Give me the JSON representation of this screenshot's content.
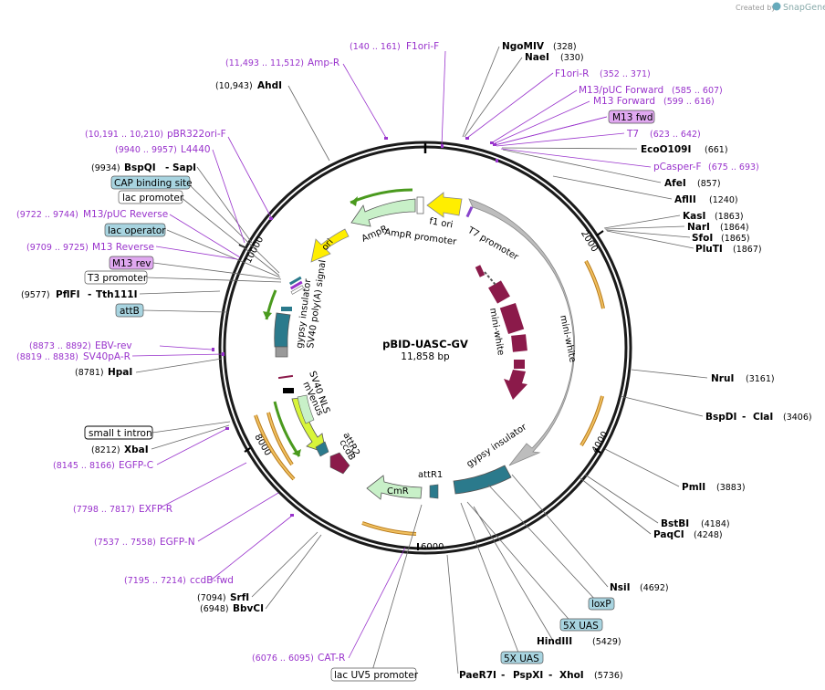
{
  "credit": {
    "prefix": "Created by",
    "brand": "SnapGene"
  },
  "plasmid": {
    "name": "pBID-UASC-GV",
    "size": "11,858 bp"
  },
  "ticks": [
    "2000",
    "4000",
    "6000",
    "8000",
    "10000"
  ],
  "enzymes": [
    {
      "name": "NgoMIV",
      "pos": "(328)"
    },
    {
      "name": "NaeI",
      "pos": "(330)"
    },
    {
      "name": "EcoO109I",
      "pos": "(661)"
    },
    {
      "name": "AfeI",
      "pos": "(857)"
    },
    {
      "name": "AflII",
      "pos": "(1240)"
    },
    {
      "name": "KasI",
      "pos": "(1863)"
    },
    {
      "name": "NarI",
      "pos": "(1864)"
    },
    {
      "name": "SfoI",
      "pos": "(1865)"
    },
    {
      "name": "PluTI",
      "pos": "(1867)"
    },
    {
      "name": "NruI",
      "pos": "(3161)"
    },
    {
      "name": "BspDI",
      "name2": "ClaI",
      "pos": "(3406)"
    },
    {
      "name": "PmlI",
      "pos": "(3883)"
    },
    {
      "name": "BstBI",
      "pos": "(4184)"
    },
    {
      "name": "PaqCI",
      "pos": "(4248)"
    },
    {
      "name": "NsiI",
      "pos": "(4692)"
    },
    {
      "name": "HindIII",
      "pos": "(5429)"
    },
    {
      "name": "PaeR7I",
      "name2": "PspXI",
      "name3": "XhoI",
      "pos": "(5736)"
    },
    {
      "name": "AhdI",
      "pos": "(10,943)"
    },
    {
      "name": "BspQI",
      "name2": "SapI",
      "pos": "(9934)"
    },
    {
      "name": "PflFI",
      "name2": "Tth111I",
      "pos": "(9577)"
    },
    {
      "name": "HpaI",
      "pos": "(8781)"
    },
    {
      "name": "XbaI",
      "pos": "(8212)"
    },
    {
      "name": "SrfI",
      "pos": "(7094)"
    },
    {
      "name": "BbvCI",
      "pos": "(6948)"
    }
  ],
  "primers": [
    {
      "name": "F1ori-F",
      "pos": "(140 .. 161)"
    },
    {
      "name": "Amp-R",
      "pos": "(11,493 .. 11,512)"
    },
    {
      "name": "F1ori-R",
      "pos": "(352 .. 371)"
    },
    {
      "name": "M13/pUC Forward",
      "pos": "(585 .. 607)"
    },
    {
      "name": "M13 Forward",
      "pos": "(599 .. 616)"
    },
    {
      "name": "T7",
      "pos": "(623 .. 642)"
    },
    {
      "name": "pCasper-F",
      "pos": "(675 .. 693)"
    },
    {
      "name": "pBR322ori-F",
      "pos": "(10,191 .. 10,210)"
    },
    {
      "name": "L4440",
      "pos": "(9940 .. 9957)"
    },
    {
      "name": "M13/pUC Reverse",
      "pos": "(9722 .. 9744)"
    },
    {
      "name": "M13 Reverse",
      "pos": "(9709 .. 9725)"
    },
    {
      "name": "EBV-rev",
      "pos": "(8873 .. 8892)"
    },
    {
      "name": "SV40pA-R",
      "pos": "(8819 .. 8838)"
    },
    {
      "name": "EGFP-C",
      "pos": "(8145 .. 8166)"
    },
    {
      "name": "EXFP-R",
      "pos": "(7798 .. 7817)"
    },
    {
      "name": "EGFP-N",
      "pos": "(7537 .. 7558)"
    },
    {
      "name": "ccdB-fwd",
      "pos": "(7195 .. 7214)"
    },
    {
      "name": "CAT-R",
      "pos": "(6076 .. 6095)"
    }
  ],
  "boxed": {
    "m13_fwd": "M13 fwd",
    "cap_site": "CAP binding site",
    "lac_promoter": "lac promoter",
    "lac_operator": "lac operator",
    "m13_rev": "M13 rev",
    "t3_promoter": "T3 promoter",
    "attb": "attB",
    "small_t_intron": "small t intron",
    "loxp": "loxP",
    "uas1": "5X UAS",
    "uas2": "5X UAS",
    "lac_uv5": "lac UV5 promoter"
  },
  "features": {
    "f1_ori": "f1 ori",
    "ampr_promoter": "AmpR promoter",
    "ampr": "AmpR",
    "ori": "ori",
    "t7_promoter": "T7 promoter",
    "mini_white_outer": "mini-white",
    "mini_white_inner": "mini-white",
    "gypsy_insulator_right": "gypsy insulator",
    "gypsy_insulator_left": "gypsy insulator",
    "sv40_polya": "SV40 poly(A) signal",
    "sv40_nls": "SV40 NLS",
    "mvenus": "mVenus",
    "attr2": "attR2",
    "ccdb": "ccdB",
    "attr1": "attR1",
    "cmr": "CmR"
  },
  "colors": {
    "backbone": "#1a1a1a",
    "primer": "#9933cc",
    "grey_feature": "#bdbdbd",
    "maroon_feature": "#8b1a4a",
    "teal_feature": "#2b7a8c",
    "green_feature": "#4a9a1e",
    "light_green_feature": "#c8f0c8",
    "yellow_feature": "#ffee00",
    "lime_feature": "#d8f53a",
    "orange_feature": "#f0a030",
    "box_blue": "#a8d4e0",
    "box_violet": "#e0a8f0"
  }
}
